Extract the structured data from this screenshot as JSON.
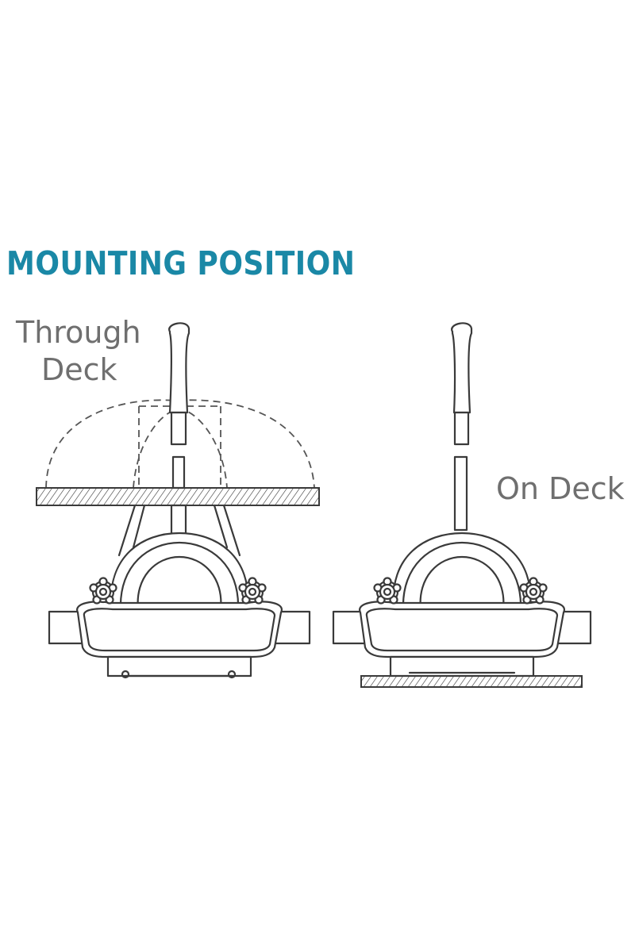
{
  "title": "MOUNTING POSITION",
  "labels": {
    "through_deck_line1": "Through",
    "through_deck_line2": "Deck",
    "on_deck": "On Deck"
  },
  "colors": {
    "title": "#1a88a6",
    "label": "#6f6f6f",
    "line": "#3a3a3a"
  }
}
